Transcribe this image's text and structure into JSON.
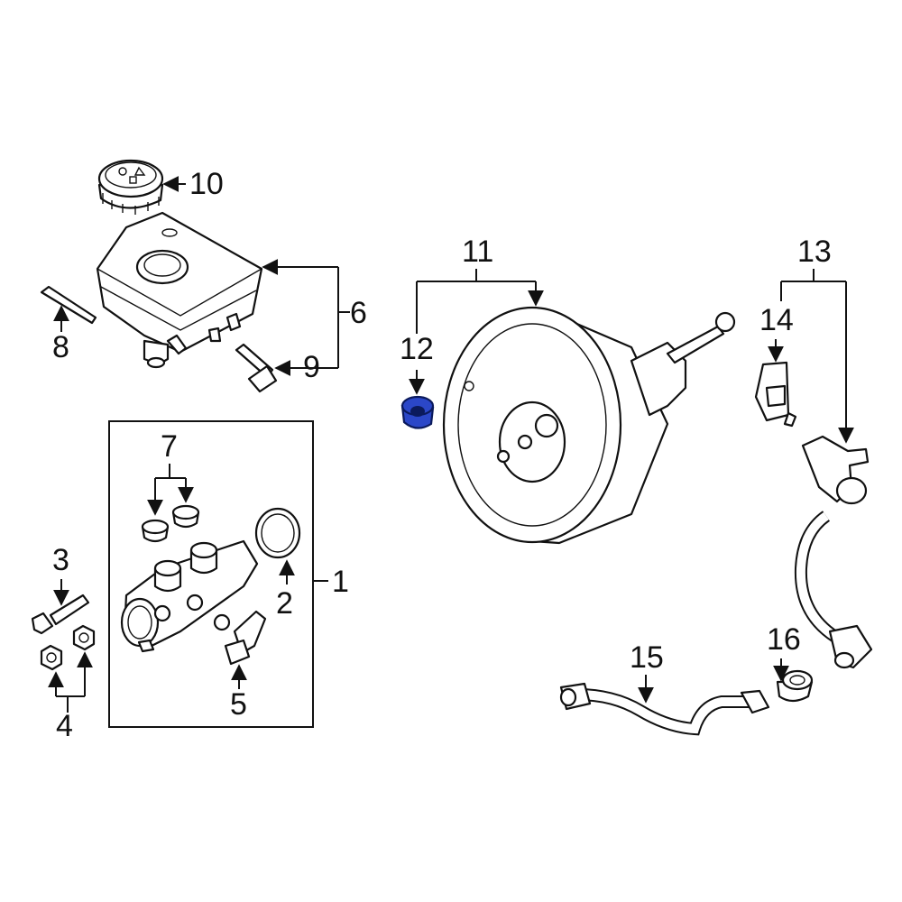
{
  "callouts": {
    "c1": "1",
    "c2": "2",
    "c3": "3",
    "c4": "4",
    "c5": "5",
    "c6": "6",
    "c7": "7",
    "c8": "8",
    "c9": "9",
    "c10": "10",
    "c11": "11",
    "c12": "12",
    "c13": "13",
    "c14": "14",
    "c15": "15",
    "c16": "16"
  },
  "highlighted_part": "12",
  "colors": {
    "line": "#111111",
    "highlight_fill": "#2b47c8",
    "highlight_stroke": "#0b1a5c",
    "background": "#ffffff"
  }
}
